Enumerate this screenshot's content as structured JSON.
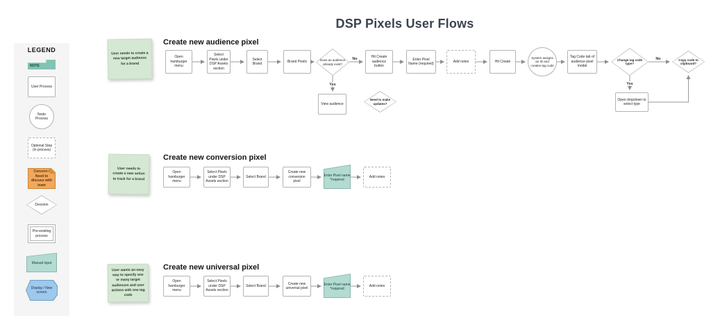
{
  "page": {
    "title": "DSP Pixels User Flows"
  },
  "legend": {
    "title": "LEGEND",
    "items": [
      {
        "label": "NOTE"
      },
      {
        "label": "User Process"
      },
      {
        "label": "Node Process"
      },
      {
        "label": "Optional Step (in process)"
      },
      {
        "label": "Concern / Need to discuss with team"
      },
      {
        "label": "Decision"
      },
      {
        "label": "Pre-existing process"
      },
      {
        "label": "Manual input"
      },
      {
        "label": "Display / New screen"
      }
    ]
  },
  "flows": {
    "audience": {
      "sticky_note": "User needs to create a new target audience for a brand",
      "title": "Create new audience pixel",
      "nodes": {
        "open_menu": "Open hamburger menu",
        "select_pixels": "Select Pixels under DSP Assets section",
        "select_brand": "Select Brand",
        "brand_pixels": "Brand Pixels",
        "audience_exists": "Does an audience already exist?",
        "hit_create_audience": "Hit Create audience button",
        "enter_pixel_name": "Enter Pixel Name (required)",
        "add_notes": "Add notes",
        "hit_create": "Hit Create",
        "system_assigns": "System assigns an ID and creates tag code",
        "tag_code_tab": "Tag Code tab of audience pixel modal",
        "change_tag_type": "Change tag code type?",
        "copy_code": "Copy code to clipboard?",
        "view_audience": "View audience",
        "need_updates": "Need to make updates?",
        "open_dropdown": "Open dropdown to select type"
      },
      "labels": {
        "yes": "Yes",
        "no": "No"
      }
    },
    "conversion": {
      "sticky_note": "User needs to create a new action to track for a brand",
      "title": "Create new conversion pixel",
      "nodes": {
        "open_menu": "Open hamburger menu",
        "select_pixels": "Select Pixels under DSP Assets section",
        "select_brand": "Select Brand",
        "create_pixel": "Create new conversion pixel",
        "enter_pixel_name": "Enter Pixel name *required",
        "add_notes": "Add notes"
      }
    },
    "universal": {
      "sticky_note": "User wants an easy way to specify one or many target audiences and user actions with one tag code",
      "title": "Create new universal pixel",
      "nodes": {
        "open_menu": "Open hamburger menu",
        "select_pixels": "Select Pixels under DSP Assets section",
        "select_brand": "Select Brand",
        "create_pixel": "Create new universal pixel",
        "enter_pixel_name": "Enter Pixel name *required",
        "add_notes": "Add notes"
      }
    }
  },
  "colors": {
    "sticky_green": "#d5e8d4",
    "manual_teal": "#b3dbd2",
    "note_teal": "#82c3b4",
    "concern_orange": "#f2a75f",
    "display_blue": "#9ec8ec",
    "connector_gray": "#8f8f8f"
  }
}
